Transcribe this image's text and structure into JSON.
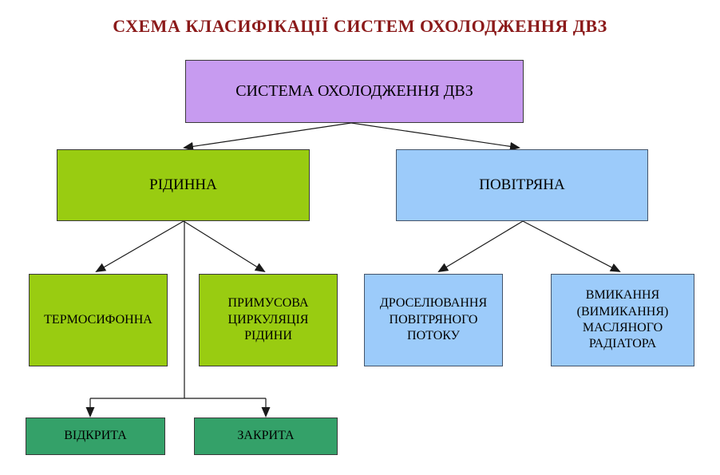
{
  "title": {
    "text": "СХЕМА КЛАСИФІКАЦІЇ СИСТЕМ ОХОЛОДЖЕННЯ ДВЗ",
    "color": "#8B1A1A"
  },
  "colors": {
    "purple": "#C79BF0",
    "green": "#99CC11",
    "blue": "#9CCBFA",
    "dark_green": "#34A169",
    "line": "#1a1a1a"
  },
  "nodes": {
    "root": {
      "label": "СИСТЕМА ОХОЛОДЖЕННЯ ДВЗ",
      "fill": "#C79BF0"
    },
    "liquid": {
      "label": "РІДИННА",
      "fill": "#99CC11"
    },
    "air": {
      "label": "ПОВІТРЯНА",
      "fill": "#9CCBFA"
    },
    "thermosiphon": {
      "label": "ТЕРМОСИФОННА",
      "fill": "#99CC11"
    },
    "forced": {
      "label": "ПРИМУСОВА ЦИРКУЛЯЦІЯ РІДИНИ",
      "fill": "#99CC11"
    },
    "throttling": {
      "label": "ДРОСЕЛЮВАННЯ ПОВІТРЯНОГО ПОТОКУ",
      "fill": "#9CCBFA"
    },
    "oil_radiator": {
      "label": "ВМИКАННЯ (ВИМИКАННЯ) МАСЛЯНОГО РАДІАТОРА",
      "fill": "#9CCBFA"
    },
    "open": {
      "label": "ВІДКРИТА",
      "fill": "#34A169"
    },
    "closed": {
      "label": "ЗАКРИТА",
      "fill": "#34A169"
    }
  },
  "edges": [
    {
      "from": "root",
      "to": "liquid"
    },
    {
      "from": "root",
      "to": "air"
    },
    {
      "from": "liquid",
      "to": "thermosiphon"
    },
    {
      "from": "liquid",
      "to": "forced"
    },
    {
      "from": "air",
      "to": "throttling"
    },
    {
      "from": "air",
      "to": "oil_radiator"
    },
    {
      "from": "liquid",
      "to": "open"
    },
    {
      "from": "liquid",
      "to": "closed"
    }
  ]
}
